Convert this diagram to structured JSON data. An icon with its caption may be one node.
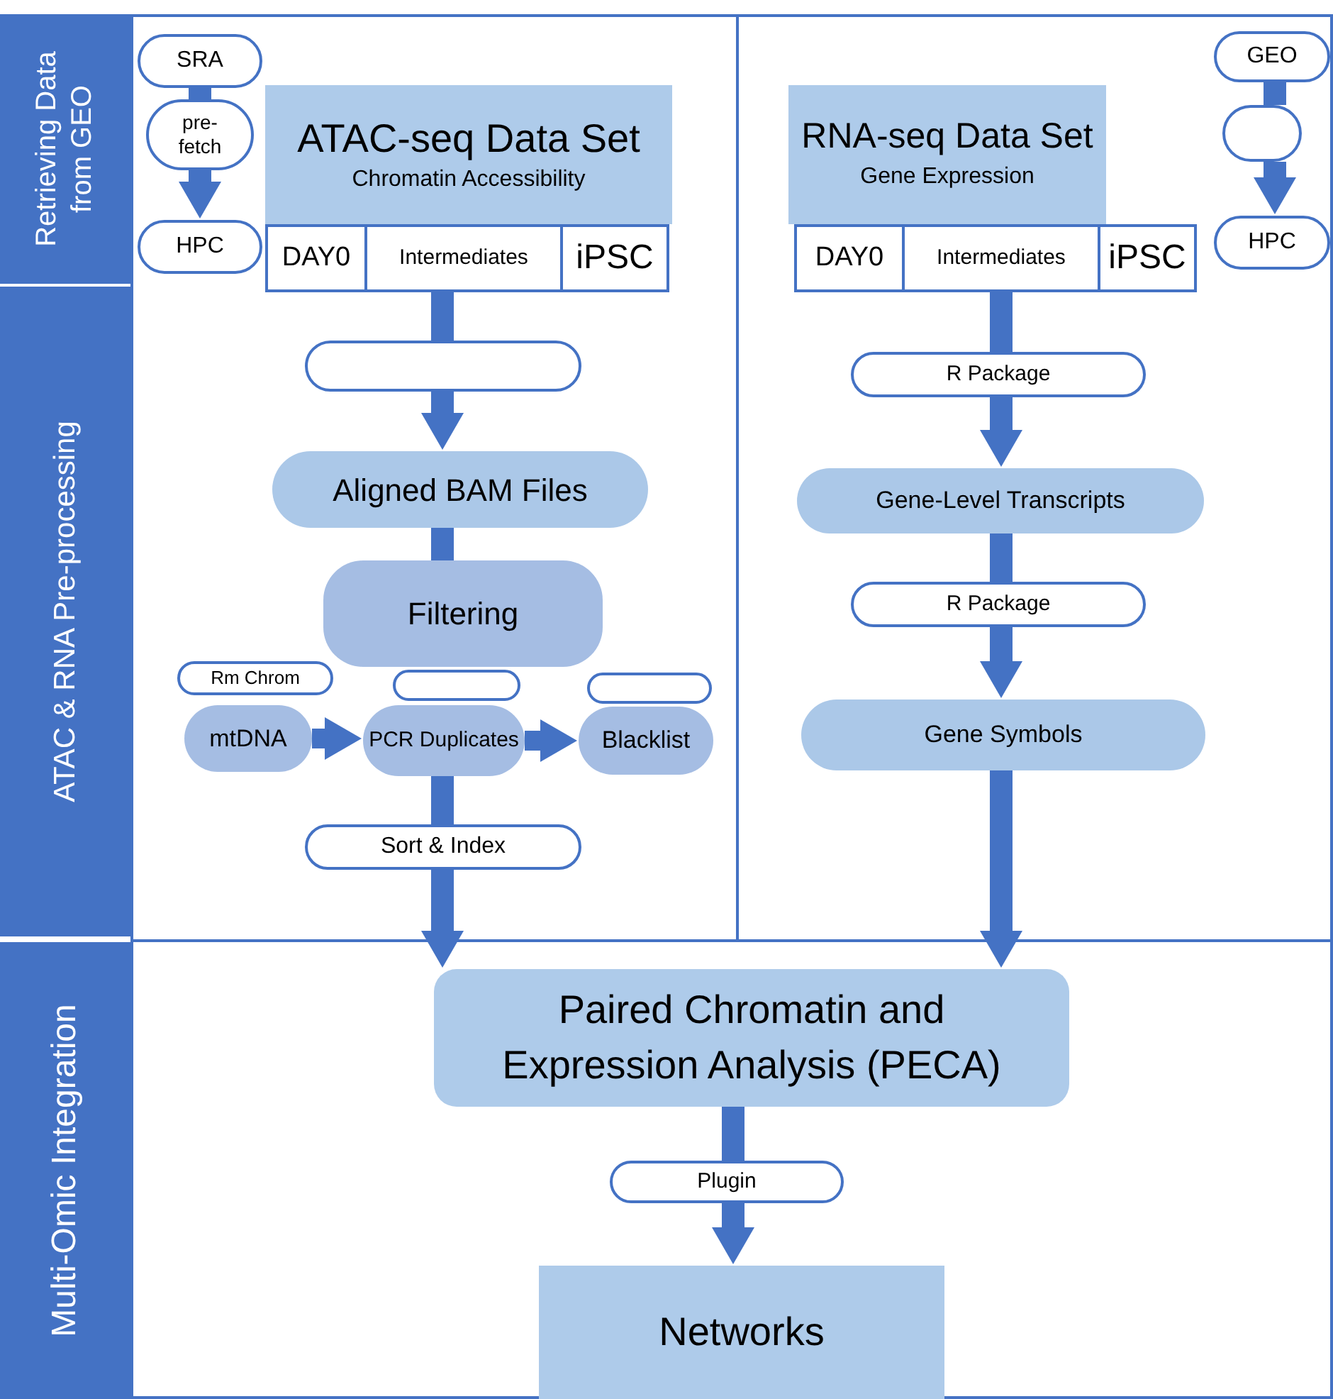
{
  "diagram": {
    "nodes": [
      {
        "text": [
          "Retrieving Data from GEO"
        ]
      },
      {
        "text": [
          "ATAC & RNA Pre-processing"
        ]
      },
      {
        "text": [
          "Multi-Omic Integration"
        ]
      },
      {
        "text": [
          "SRA"
        ]
      },
      {
        "text": [
          "pre- fetch"
        ]
      },
      {
        "text": [
          "HPC"
        ]
      },
      {
        "text": [
          "ATAC-seq Data Set",
          "Chromatin Accessibility"
        ]
      },
      {
        "text": [
          "DAY0"
        ]
      },
      {
        "text": [
          "Intermediates"
        ]
      },
      {
        "text": [
          "iPSC"
        ]
      },
      {
        "text": [],
        "shape": "oval"
      },
      {
        "text": [
          "Aligned BAM Files"
        ]
      },
      {
        "text": [
          "Filtering"
        ]
      },
      {
        "text": [
          "Rm Chrom"
        ]
      },
      {
        "text": [
          "mtDNA"
        ]
      },
      {
        "text": [],
        "shape": "oval"
      },
      {
        "text": [
          "PCR Duplicates"
        ]
      },
      {
        "text": [],
        "shape": "oval"
      },
      {
        "text": [
          "Blacklist"
        ]
      },
      {
        "text": [
          "Sort & Index"
        ]
      },
      {
        "text": [
          "RNA-seq Data Set",
          "Gene Expression"
        ]
      },
      {
        "text": [
          "DAY0"
        ]
      },
      {
        "text": [
          "Intermediates"
        ]
      },
      {
        "text": [
          "iPSC"
        ]
      },
      {
        "text": [
          "GEO"
        ]
      },
      {
        "text": [],
        "shape": "oval"
      },
      {
        "text": [
          "HPC"
        ]
      },
      {
        "text": [
          "R Package"
        ]
      },
      {
        "text": [
          "Gene-Level Transcripts"
        ]
      },
      {
        "text": [
          "R Package"
        ]
      },
      {
        "text": [
          "Gene Symbols"
        ]
      },
      {
        "text": [
          "Paired Chromatin and Expression Analysis (PECA)"
        ]
      },
      {
        "text": [
          "Plugin"
        ]
      },
      {
        "text": [
          "Networks"
        ]
      }
    ],
    "edges": [
      {
        "from": 3,
        "to": 4,
        "arrow": "none"
      },
      {
        "from": 4,
        "to": 5,
        "arrow": "to"
      },
      {
        "from": 24,
        "to": 25,
        "arrow": "none"
      },
      {
        "from": 25,
        "to": 26,
        "arrow": "to"
      },
      {
        "from": 8,
        "to": 10,
        "arrow": "none"
      },
      {
        "from": 10,
        "to": 11,
        "arrow": "to"
      },
      {
        "from": 11,
        "to": 12,
        "arrow": "none"
      },
      {
        "from": 14,
        "to": 16,
        "arrow": "to"
      },
      {
        "from": 16,
        "to": 18,
        "arrow": "to"
      },
      {
        "from": 16,
        "to": 19,
        "arrow": "none"
      },
      {
        "from": 19,
        "to": 31,
        "arrow": "to"
      },
      {
        "from": 22,
        "to": 27,
        "arrow": "none"
      },
      {
        "from": 27,
        "to": 28,
        "arrow": "to"
      },
      {
        "from": 28,
        "to": 29,
        "arrow": "none"
      },
      {
        "from": 29,
        "to": 30,
        "arrow": "to"
      },
      {
        "from": 30,
        "to": 31,
        "arrow": "to"
      },
      {
        "from": 31,
        "to": 32,
        "arrow": "none"
      },
      {
        "from": 32,
        "to": 33,
        "arrow": "to"
      }
    ]
  }
}
